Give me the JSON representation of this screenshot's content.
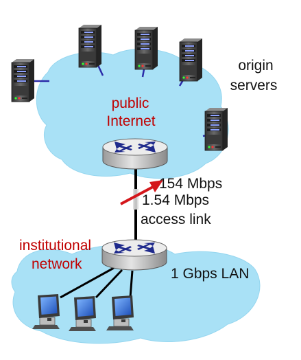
{
  "labels": {
    "origin": "origin",
    "servers": "servers",
    "public": "public",
    "internet": "Internet",
    "speed_new": "154 Mbps",
    "speed_old": "1.54 Mbps",
    "access_link": "access link",
    "institutional": "institutional",
    "network": "network",
    "lan": "1 Gbps LAN"
  },
  "icons": {
    "server": "server-icon",
    "router": "router-icon",
    "workstation": "workstation-icon"
  },
  "colors": {
    "cloud_fill": "#a9e1f6",
    "cloud_edge": "#8fd3ee",
    "label_red": "#c00000",
    "link_color": "#000000",
    "link_lines": "#2b2ba8",
    "arrow": "#d4161b",
    "router_body": "#d3d3d3",
    "router_arrows": "#1f2a8c",
    "server_body": "#4a4a4a"
  }
}
